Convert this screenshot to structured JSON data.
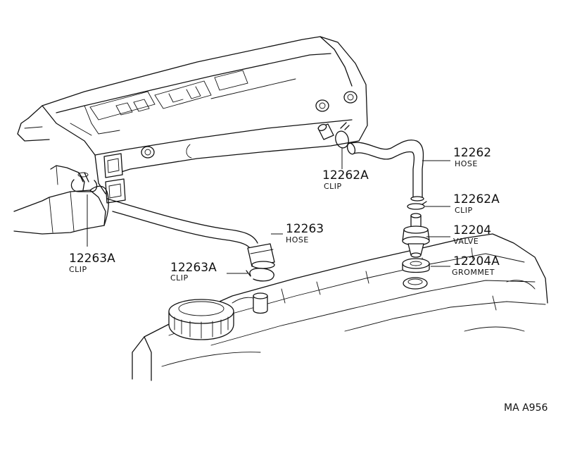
{
  "parts": [
    {
      "id": "hose_12262",
      "number": "12262",
      "name": "HOSE"
    },
    {
      "id": "clip_12262a_upper",
      "number": "12262A",
      "name": "CLIP"
    },
    {
      "id": "clip_12262a_lower",
      "number": "12262A",
      "name": "CLIP"
    },
    {
      "id": "valve_12204",
      "number": "12204",
      "name": "VALVE"
    },
    {
      "id": "grommet_12204a",
      "number": "12204A",
      "name": "GROMMET"
    },
    {
      "id": "hose_12263",
      "number": "12263",
      "name": "HOSE"
    },
    {
      "id": "clip_12263a_left",
      "number": "12263A",
      "name": "CLIP"
    },
    {
      "id": "clip_12263a_mid",
      "number": "12263A",
      "name": "CLIP"
    }
  ],
  "diagram_code": "MA A956",
  "colors": {
    "ink": "#111111",
    "paper": "#ffffff"
  }
}
